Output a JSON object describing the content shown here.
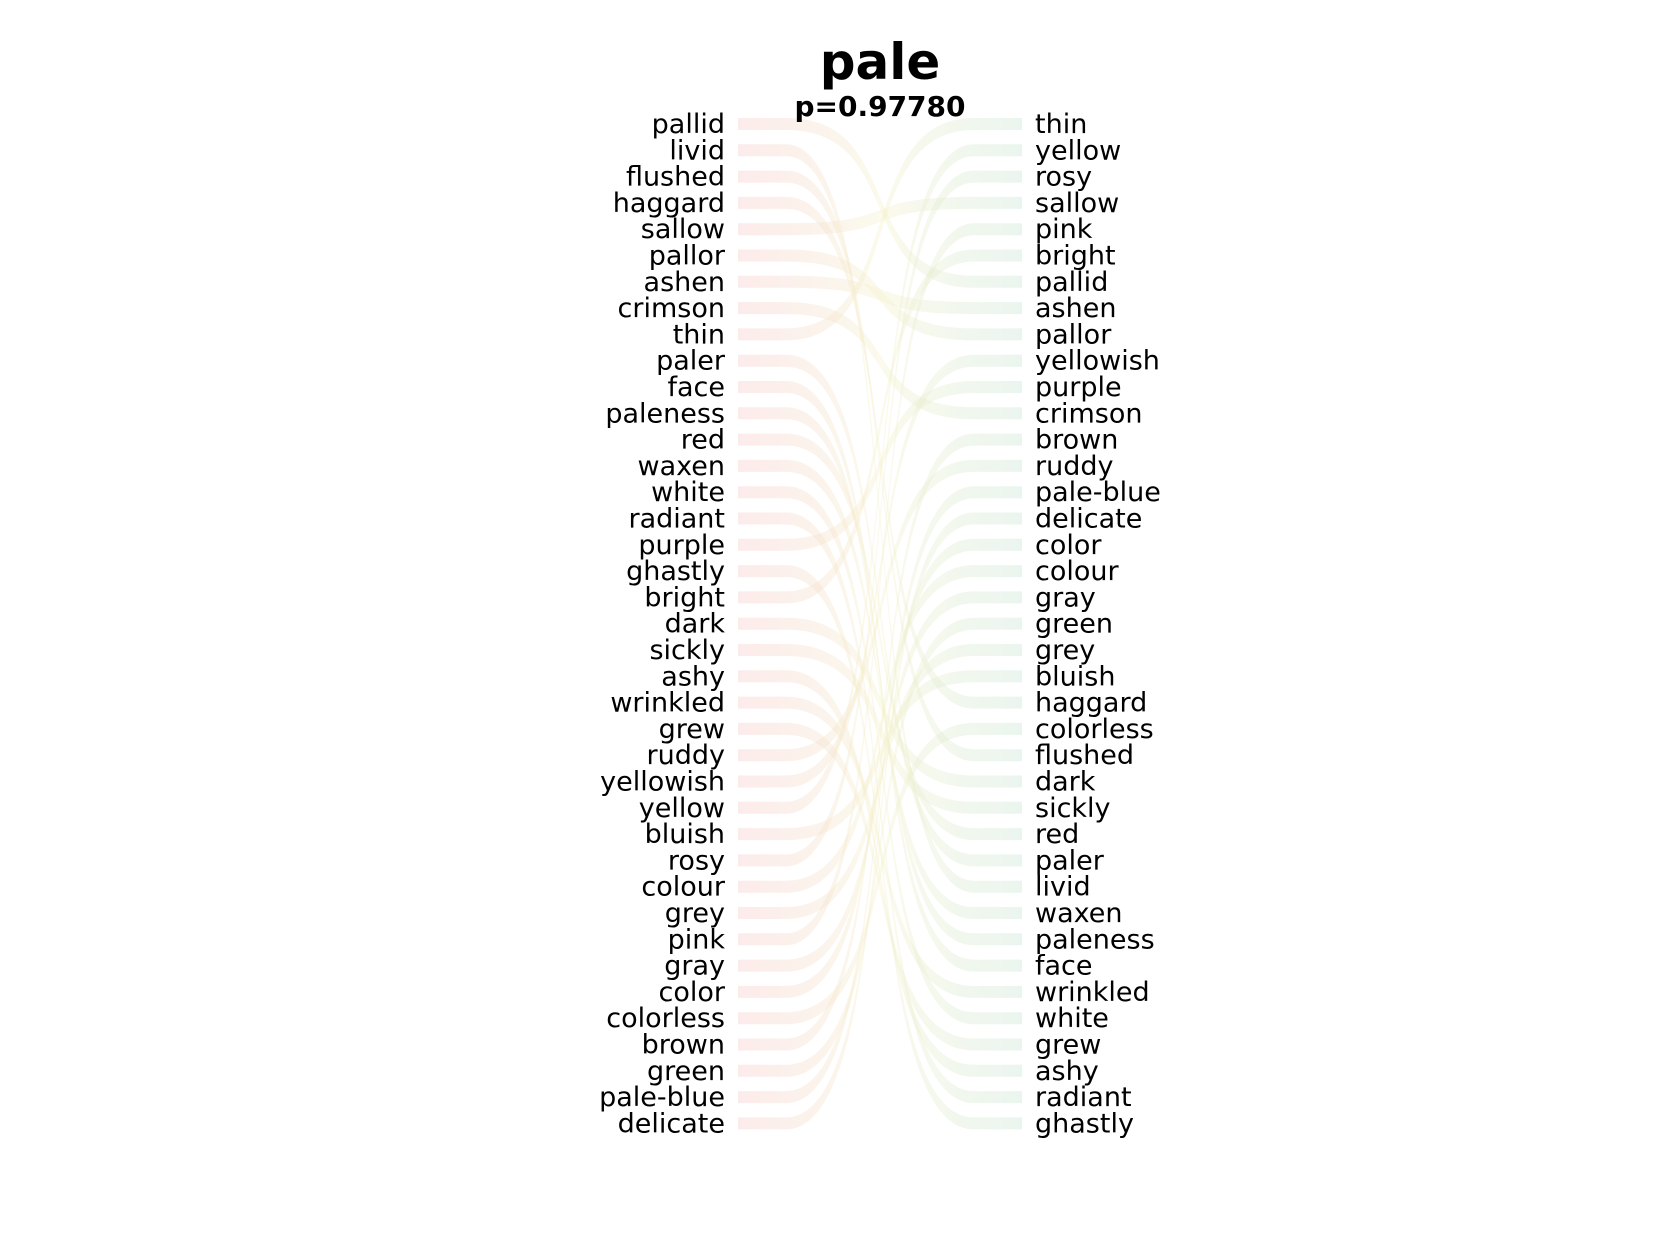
{
  "chart_data": {
    "type": "slope",
    "title": "pale",
    "subtitle": "p=0.97780",
    "left_words": [
      "pallid",
      "livid",
      "flushed",
      "haggard",
      "sallow",
      "pallor",
      "ashen",
      "crimson",
      "thin",
      "paler",
      "face",
      "paleness",
      "red",
      "waxen",
      "white",
      "radiant",
      "purple",
      "ghastly",
      "bright",
      "dark",
      "sickly",
      "ashy",
      "wrinkled",
      "grew",
      "ruddy",
      "yellowish",
      "yellow",
      "bluish",
      "rosy",
      "colour",
      "grey",
      "pink",
      "gray",
      "color",
      "colorless",
      "brown",
      "green",
      "pale-blue",
      "delicate"
    ],
    "right_words": [
      "thin",
      "yellow",
      "rosy",
      "sallow",
      "pink",
      "bright",
      "pallid",
      "ashen",
      "pallor",
      "yellowish",
      "purple",
      "crimson",
      "brown",
      "ruddy",
      "pale-blue",
      "delicate",
      "color",
      "colour",
      "gray",
      "green",
      "grey",
      "bluish",
      "haggard",
      "colorless",
      "flushed",
      "dark",
      "sickly",
      "red",
      "paler",
      "livid",
      "waxen",
      "paleness",
      "face",
      "wrinkled",
      "white",
      "grew",
      "ashy",
      "radiant",
      "ghastly"
    ],
    "colors": {
      "rise": "#f5c6c6",
      "fall": "#c4e3d2",
      "mid": "#f4f0c8"
    }
  }
}
